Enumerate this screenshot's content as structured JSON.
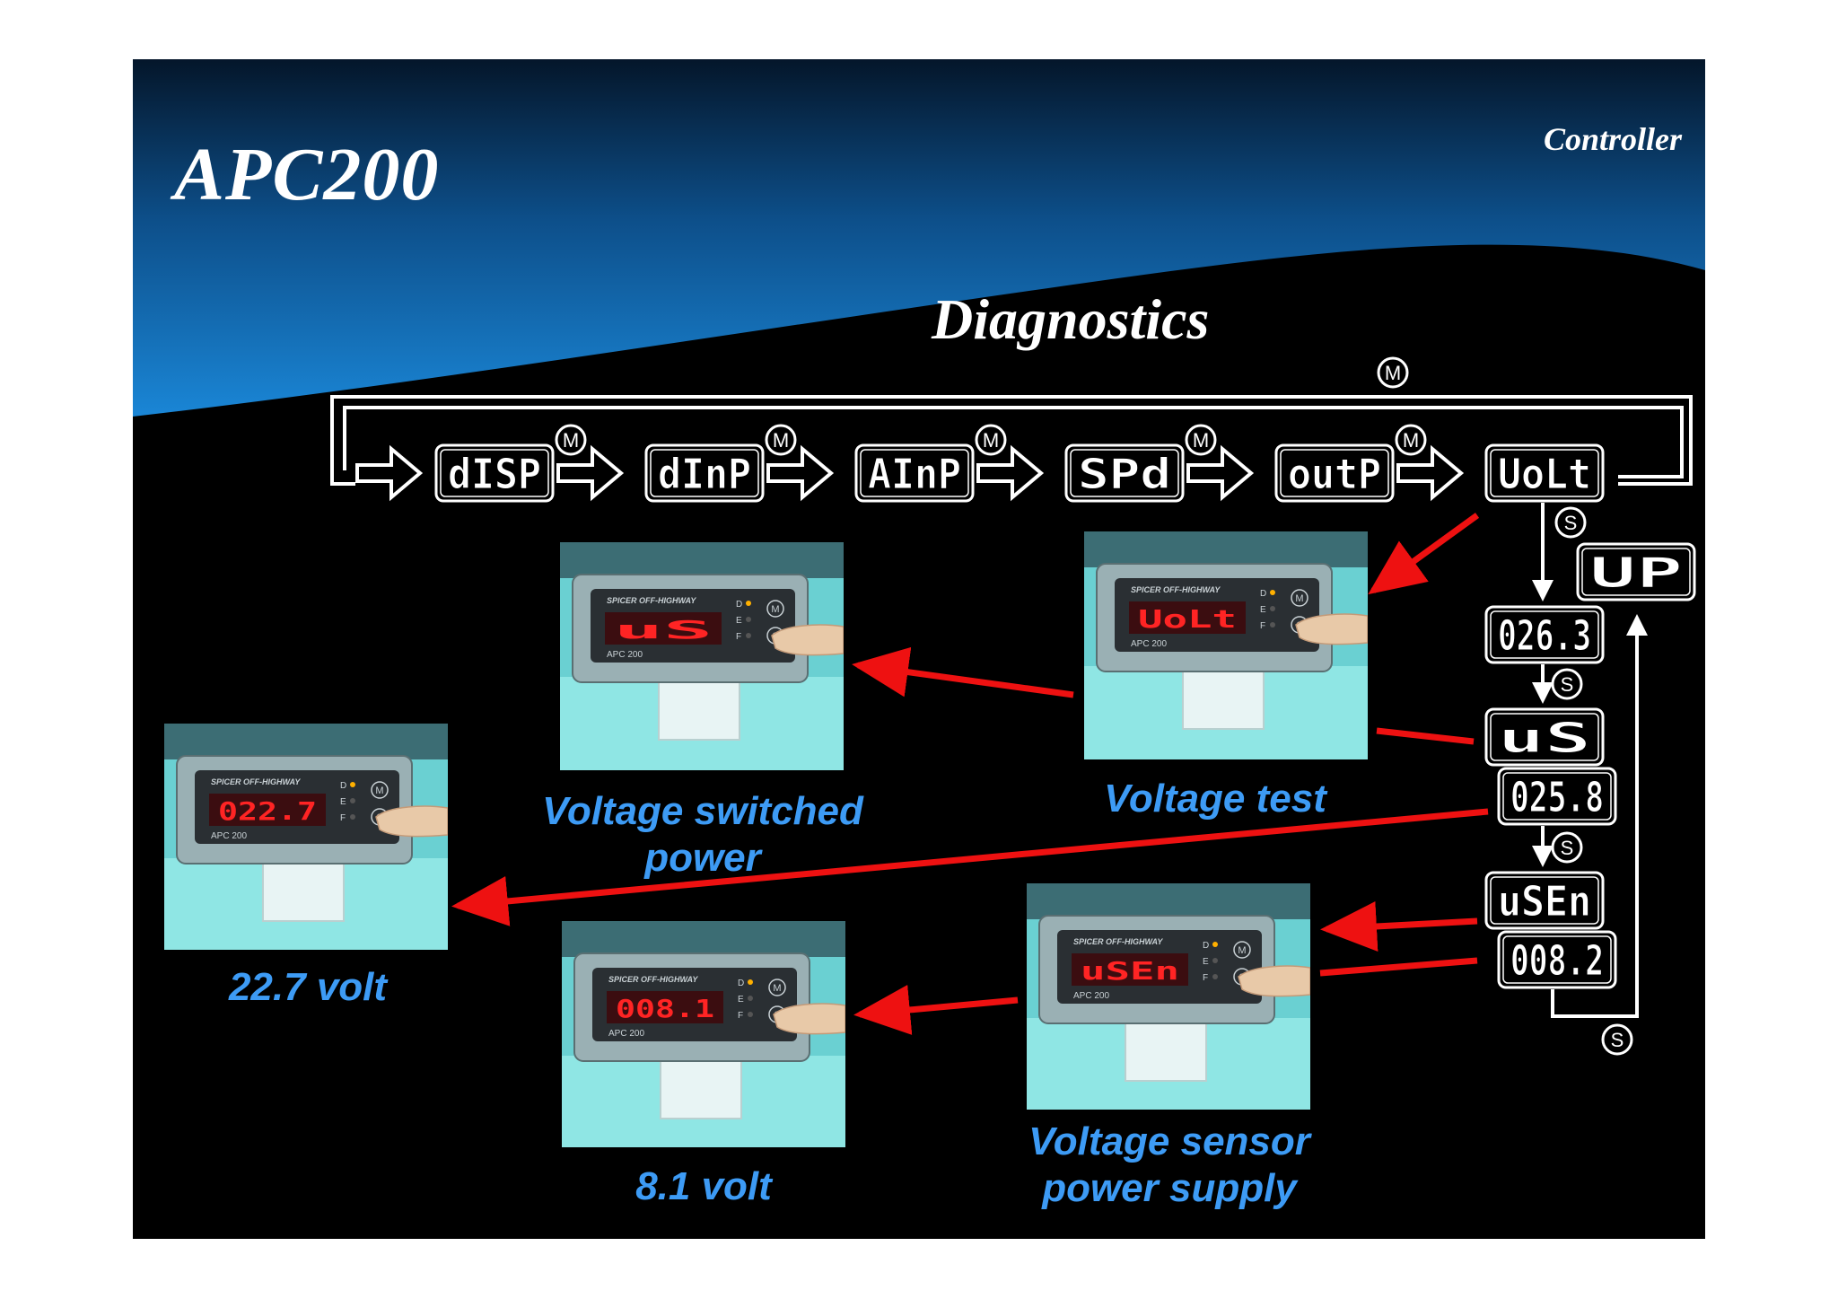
{
  "header": {
    "title": "APC200",
    "subtitle": "Controller",
    "section": "Diagnostics"
  },
  "menu_sequence": [
    "dISP",
    "dInP",
    "AInP",
    "SPd",
    "outP",
    "UoLt"
  ],
  "volt_submenu": [
    "UP",
    "026.3",
    "uS",
    "025.8",
    "uSEn",
    "008.2"
  ],
  "button_labels": {
    "mode": "M",
    "select": "S"
  },
  "photos": [
    {
      "display": "uS",
      "caption": "Voltage switched power"
    },
    {
      "display": "UoLt",
      "caption": "Voltage test"
    },
    {
      "display": "022.7",
      "caption": "22.7 volt"
    },
    {
      "display": "uSEn",
      "caption": "Voltage sensor power supply"
    },
    {
      "display": "008.1",
      "caption": "8.1 volt"
    }
  ],
  "device": {
    "brand": "SPICER OFF-HIGHWAY",
    "model": "APC 200",
    "indicators": [
      "D",
      "E",
      "F"
    ]
  },
  "colors": {
    "accent_blue": "#1a7fd0",
    "caption_blue": "#3d9bf5",
    "arrow_red": "#ee1111",
    "led_red": "#ff2424"
  }
}
